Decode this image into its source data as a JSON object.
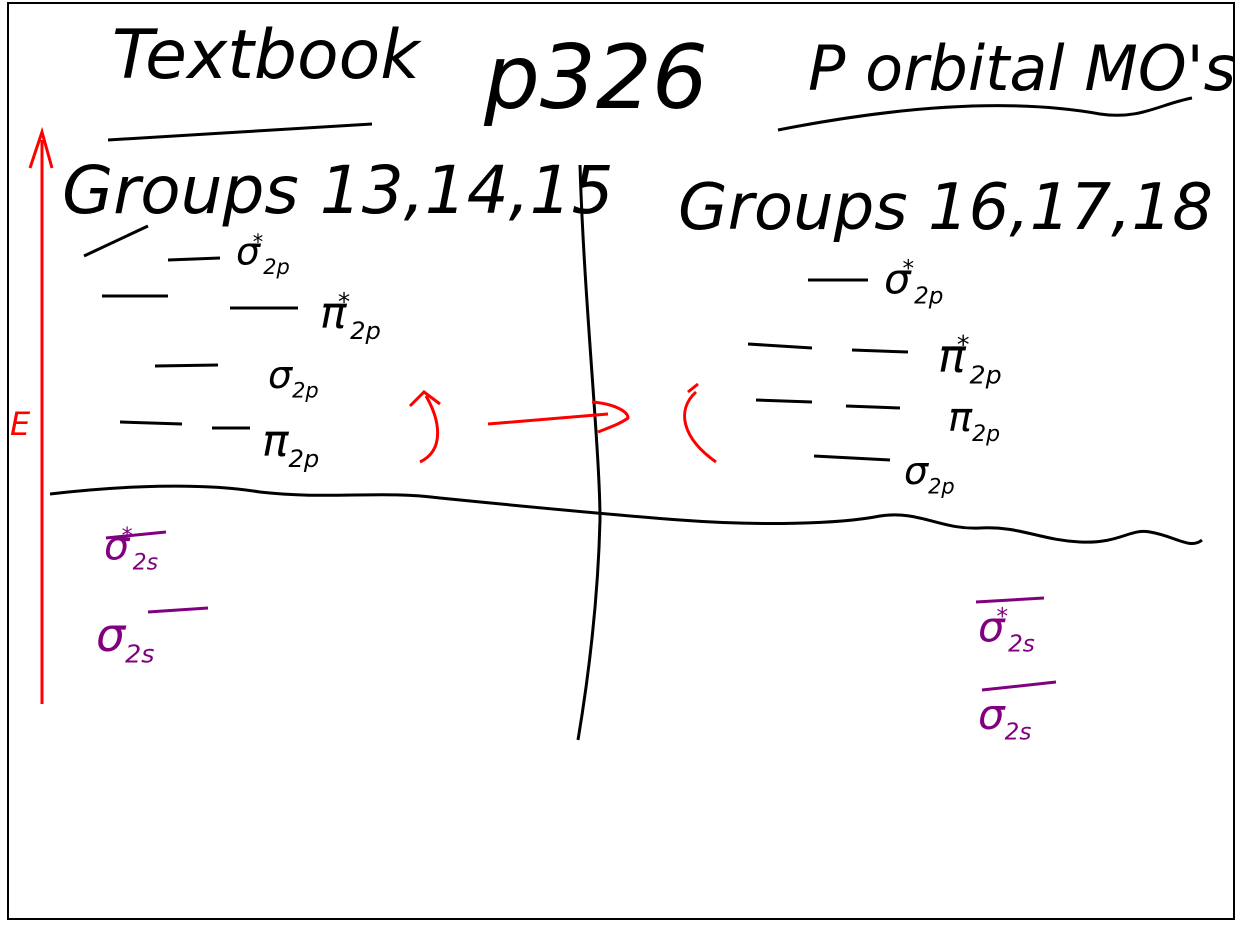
{
  "header": {
    "textbook": "Textbook",
    "page": "p326",
    "topic": "P orbital MO's"
  },
  "left": {
    "group_label": "Groups 13,14,15",
    "levels": [
      {
        "symbol": "σ",
        "star": "*",
        "sub": "2p"
      },
      {
        "symbol": "π",
        "star": "*",
        "sub": "2p"
      },
      {
        "symbol": "σ",
        "star": "",
        "sub": "2p"
      },
      {
        "symbol": "π",
        "star": "",
        "sub": "2p"
      }
    ],
    "lower_levels": [
      {
        "symbol": "σ",
        "star": "*",
        "sub": "2s"
      },
      {
        "symbol": "σ",
        "star": "",
        "sub": "2s"
      }
    ],
    "axis_label": "E"
  },
  "right": {
    "group_label": "Groups 16,17,18",
    "levels": [
      {
        "symbol": "σ",
        "star": "*",
        "sub": "2p"
      },
      {
        "symbol": "π",
        "star": "*",
        "sub": "2p"
      },
      {
        "symbol": "π",
        "star": "",
        "sub": "2p"
      },
      {
        "symbol": "σ",
        "star": "",
        "sub": "2p"
      }
    ],
    "lower_levels": [
      {
        "symbol": "σ",
        "star": "*",
        "sub": "2s"
      },
      {
        "symbol": "σ",
        "star": "",
        "sub": "2s"
      }
    ]
  },
  "colors": {
    "ink": "#000000",
    "red": "#ff0000",
    "purple": "#800080"
  }
}
